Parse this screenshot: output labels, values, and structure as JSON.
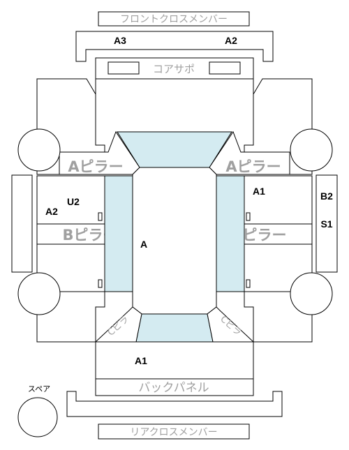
{
  "labels": {
    "front_cross_member": "フロントクロスメンバー",
    "core_support": "コアサポ",
    "a_pillar_left": "Aピラー",
    "a_pillar_right": "Aピラー",
    "b_pillar_left": "Bピラー",
    "b_pillar_right": "Bピラー",
    "c_pillar_left": "Cピラ",
    "c_pillar_right": "Cピラ",
    "back_panel": "バックパネル",
    "rear_cross_member": "リアクロスメンバー",
    "spare": "スペア"
  },
  "grades": {
    "front_left": "A3",
    "front_right": "A2",
    "right_front_door": "A1",
    "right_side_1": "B2",
    "right_side_2": "S1",
    "left_door_u": "U2",
    "left_door_a": "A2",
    "roof": "A",
    "rear": "A1"
  },
  "colors": {
    "line": "#000000",
    "glass": "#d4ebf1",
    "part_label": "#a0a0a0"
  }
}
